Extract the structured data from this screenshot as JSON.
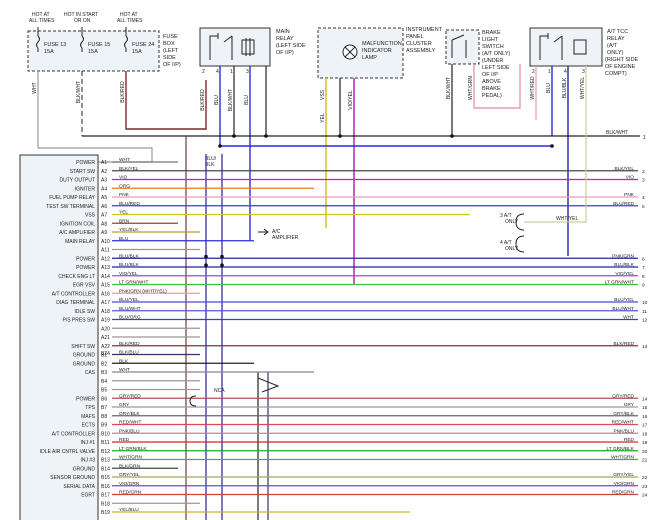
{
  "fuse_box": {
    "label": [
      "FUSE",
      "BOX",
      "(LEFT",
      "SIDE",
      "OF I/P)"
    ],
    "fuses": [
      {
        "name": "FUSE 13",
        "rating": "15A",
        "caption": [
          "HOT AT",
          "ALL TIMES"
        ],
        "wire": "WHT"
      },
      {
        "name": "FUSE 15",
        "rating": "15A",
        "caption": [
          "HOT IN START",
          "OR ON"
        ],
        "wire": "BLK/WHT"
      },
      {
        "name": "FUSE 24",
        "rating": "15A",
        "caption": [
          "HOT AT",
          "ALL TIMES"
        ],
        "wire": "BLK/RED"
      }
    ]
  },
  "main_relay": {
    "label": [
      "MAIN",
      "RELAY",
      "(LEFT SIDE",
      "OF I/P)"
    ],
    "pins": [
      "2",
      "4",
      "1",
      "3"
    ],
    "wires": [
      "BLK/RED",
      "BLU",
      "BLK/WHT",
      "BLU"
    ]
  },
  "mil": {
    "label": [
      "MALFUNCTION",
      "INDICATOR",
      "LAMP"
    ],
    "wires": [
      "VSS",
      "YEL",
      "VIO/YEL"
    ]
  },
  "cluster": {
    "label": [
      "INSTRUMENT",
      "PANEL",
      "CLUSTER",
      "ASSEMBLY"
    ]
  },
  "brake_switch": {
    "label": [
      "BRAKE",
      "LIGHT",
      "SWITCH",
      "(A/T ONLY)",
      "(UNDER",
      "LEFT SIDE",
      "OF I/P",
      "ABOVE",
      "BRAKE",
      "PEDAL)"
    ],
    "wires": [
      "BLK/WHT",
      "WHT/GRN"
    ]
  },
  "tcc_relay": {
    "label": [
      "A/T TCC",
      "RELAY",
      "(A/T",
      "ONLY)",
      "(RIGHT SIDE",
      "OF ENGINE",
      "COMPT)"
    ],
    "pins": [
      "2",
      "1",
      "4",
      "3"
    ],
    "wires": [
      "WHT/RED",
      "BLU",
      "BLU/BLK",
      "WHT/YEL"
    ]
  },
  "bus": {
    "wire": "BLK/WHT",
    "number": "1"
  },
  "blu_blk_label": [
    "BLU/",
    "BLK"
  ],
  "ac_amplifier": "A/C\nAMPLIFIER",
  "ac_label": [
    "A/C",
    "AMPLIFIER"
  ],
  "at_only_3": [
    "3 A/T",
    "ONLY"
  ],
  "at_only_4": [
    "4 A/T",
    "ONLY"
  ],
  "tcc_wire": "WHT/YEL",
  "nca": "NCA",
  "connector_b": "B24",
  "rows": [
    {
      "func": "POWER",
      "pin": "A1",
      "wire": "WHT",
      "color": "#777777",
      "rwire": "",
      "num": ""
    },
    {
      "func": "START SW",
      "pin": "A2",
      "wire": "BLK/YEL",
      "color": "#444444",
      "rwire": "BLK/YEL",
      "num": "2"
    },
    {
      "func": "DUTY OUTPUT",
      "pin": "A3",
      "wire": "VIO",
      "color": "#c21fc2",
      "rwire": "VIO",
      "num": "3"
    },
    {
      "func": "IGNITER",
      "pin": "A4",
      "wire": "ORG",
      "color": "#e57c1a",
      "rwire": "",
      "num": ""
    },
    {
      "func": "FUEL PUMP RELAY",
      "pin": "A5",
      "wire": "PNK",
      "color": "#e99ab2",
      "rwire": "PNK",
      "num": "4"
    },
    {
      "func": "TEST SW TERMINAL",
      "pin": "A6",
      "wire": "BLU/RED",
      "color": "#3b3bd6",
      "rwire": "BLU/RED",
      "num": "5"
    },
    {
      "func": "VSS",
      "pin": "A7",
      "wire": "YEL",
      "color": "#d4c31d",
      "rwire": "",
      "num": ""
    },
    {
      "func": "IGNITION COIL",
      "pin": "A8",
      "wire": "BRN",
      "color": "#8a4b22",
      "rwire": "",
      "num": ""
    },
    {
      "func": "A/C AMPLIFIER",
      "pin": "A9",
      "wire": "YEL/BLK",
      "color": "#b8a02a",
      "rwire": "",
      "num": ""
    },
    {
      "func": "MAIN RELAY",
      "pin": "A10",
      "wire": "BLU",
      "color": "#2b2bd9",
      "rwire": "",
      "num": ""
    },
    {
      "func": "",
      "pin": "A11",
      "wire": "",
      "color": "#999999",
      "rwire": "",
      "num": ""
    },
    {
      "func": "POWER",
      "pin": "A12",
      "wire": "BLU/BLK",
      "color": "#22229a",
      "rwire": "PNK/GRN",
      "num": "6"
    },
    {
      "func": "POWER",
      "pin": "A13",
      "wire": "BLU/BLK",
      "color": "#22229a",
      "rwire": "BLU/BLK",
      "num": "7"
    },
    {
      "func": "CHECK ENG LT",
      "pin": "A14",
      "wire": "VIO/YEL",
      "color": "#b04ab0",
      "rwire": "VIO/YEL",
      "num": "8"
    },
    {
      "func": "EGR VSV",
      "pin": "A15",
      "wire": "LT GRN/WHT",
      "color": "#39c739",
      "rwire": "LT GRN/WHT",
      "num": "9"
    },
    {
      "func": "A/T CONTROLLER",
      "pin": "A16",
      "wire": "PNK/GRN (WHT/YEL)",
      "color": "#e99ab2",
      "rwire": "",
      "num": ""
    },
    {
      "func": "DIAG TERMINAL",
      "pin": "A17",
      "wire": "BLU/YEL",
      "color": "#4b4bd6",
      "rwire": "BLU/YEL",
      "num": "10"
    },
    {
      "func": "IDLE SW",
      "pin": "A18",
      "wire": "BLU/WHT",
      "color": "#5555dd",
      "rwire": "BLU/WHT",
      "num": "11"
    },
    {
      "func": "P/S PRES SW",
      "pin": "A19",
      "wire": "BLU/ORG",
      "color": "#3a3ad0",
      "rwire": "WHT",
      "num": "12"
    },
    {
      "func": "",
      "pin": "A20",
      "wire": "",
      "color": "#999999",
      "rwire": "",
      "num": ""
    },
    {
      "func": "",
      "pin": "A21",
      "wire": "",
      "color": "#999999",
      "rwire": "",
      "num": ""
    },
    {
      "func": "SHIFT SW",
      "pin": "A22",
      "wire": "BLK/RED",
      "color": "#6e3b3b",
      "rwire": "BLK/RED",
      "num": "13"
    },
    {
      "func": "GROUND",
      "pin": "B1",
      "wire": "BLK/BLU",
      "color": "#333366",
      "rwire": "",
      "num": ""
    },
    {
      "func": "GROUND",
      "pin": "B2",
      "wire": "BLK",
      "color": "#222222",
      "rwire": "",
      "num": ""
    },
    {
      "func": "CAS",
      "pin": "B3",
      "wire": "WHT",
      "color": "#888888",
      "rwire": "",
      "num": ""
    },
    {
      "func": "",
      "pin": "B4",
      "wire": "",
      "color": "#999999",
      "rwire": "",
      "num": ""
    },
    {
      "func": "",
      "pin": "B5",
      "wire": "",
      "color": "#999999",
      "rwire": "",
      "num": ""
    },
    {
      "func": "POWER",
      "pin": "B6",
      "wire": "GRY/RED",
      "color": "#b05050",
      "rwire": "GRY/RED",
      "num": "14"
    },
    {
      "func": "TPS",
      "pin": "B7",
      "wire": "GRY",
      "color": "#999999",
      "rwire": "GRY",
      "num": "15"
    },
    {
      "func": "MAFS",
      "pin": "B8",
      "wire": "GRY/BLK",
      "color": "#666666",
      "rwire": "GRY/BLK",
      "num": "16"
    },
    {
      "func": "ECTS",
      "pin": "B9",
      "wire": "RED/WHT",
      "color": "#d94c4c",
      "rwire": "RED/WHT",
      "num": "17"
    },
    {
      "func": "A/T CONTROLLER",
      "pin": "B10",
      "wire": "PNK/BLU",
      "color": "#e0709a",
      "rwire": "PNK/BLU",
      "num": "18"
    },
    {
      "func": "INJ #1",
      "pin": "B11",
      "wire": "RED",
      "color": "#e02222",
      "rwire": "RED",
      "num": "19"
    },
    {
      "func": "IDLE AIR CNTRL VALVE",
      "pin": "B12",
      "wire": "LT GRN/BLK",
      "color": "#22a822",
      "rwire": "LT GRN/BLK",
      "num": "20"
    },
    {
      "func": "INJ #3",
      "pin": "B13",
      "wire": "WHT/GRN",
      "color": "#4caa4c",
      "rwire": "WHT/GRN",
      "num": "21"
    },
    {
      "func": "GROUND",
      "pin": "B14",
      "wire": "BLK/GRN",
      "color": "#335533",
      "rwire": "",
      "num": ""
    },
    {
      "func": "SENSOR GROUND",
      "pin": "B15",
      "wire": "GRY/YEL",
      "color": "#a8a850",
      "rwire": "GRY/YEL",
      "num": "22"
    },
    {
      "func": "SERIAL DATA",
      "pin": "B16",
      "wire": "VIO/GRN",
      "color": "#9b3b9b",
      "rwire": "VIO/GRN",
      "num": "23"
    },
    {
      "func": "EGRT",
      "pin": "B17",
      "wire": "RED/GRN",
      "color": "#cc4433",
      "rwire": "RED/GRN",
      "num": "24"
    },
    {
      "func": "",
      "pin": "B18",
      "wire": "",
      "color": "#999999",
      "rwire": "",
      "num": ""
    },
    {
      "func": "",
      "pin": "B19",
      "wire": "YEL/BLU",
      "color": "#c7b42a",
      "rwire": "",
      "num": ""
    }
  ]
}
